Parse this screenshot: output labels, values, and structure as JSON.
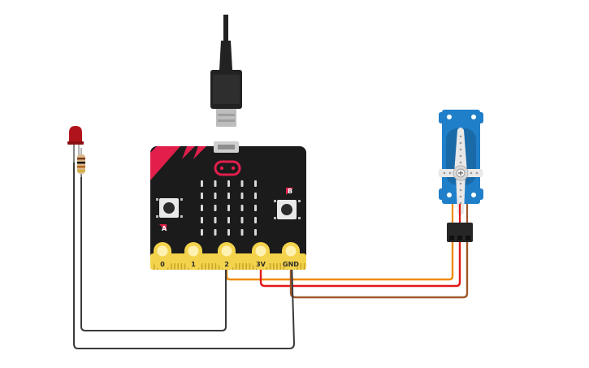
{
  "board": {
    "name": "micro:bit",
    "pins": [
      {
        "label": "0"
      },
      {
        "label": "1"
      },
      {
        "label": "2"
      },
      {
        "label": "3V"
      },
      {
        "label": "GND"
      }
    ],
    "buttons": [
      {
        "label": "A"
      },
      {
        "label": "B"
      }
    ],
    "led_matrix": {
      "rows": 5,
      "cols": 5
    },
    "colors": {
      "board": "#1b1b1b",
      "edge": "#f3d34b",
      "accent": "#e21f4b",
      "pad": "#fff1b0"
    }
  },
  "usb": {
    "colors": {
      "cable": "#222222",
      "plug": "#bdbdbd"
    }
  },
  "led": {
    "color": "#b0141a"
  },
  "resistor": {
    "band_colors": [
      "#7a3c1a",
      "#111111",
      "#b5651d",
      "#d4af37"
    ]
  },
  "servo": {
    "colors": {
      "body": "#1f7fc9",
      "horn": "#e8e8e8",
      "connector": "#262626"
    }
  },
  "wires": {
    "signal": "#f08a00",
    "power": "#e21818",
    "ground": "#a0582b",
    "led_ground": "#3a3a3a"
  }
}
